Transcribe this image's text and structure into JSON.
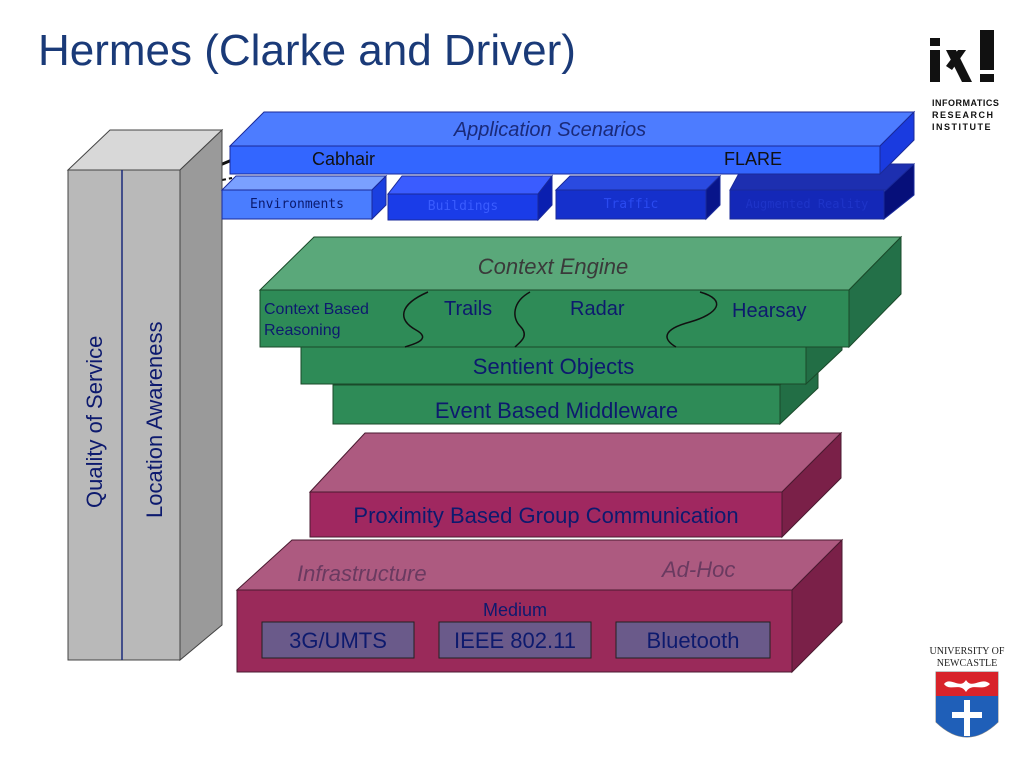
{
  "slide": {
    "title": "Hermes (Clarke and Driver)"
  },
  "side_pillar": {
    "quality": "Quality of Service",
    "location": "Location Awareness"
  },
  "application_layer": {
    "title": "Application Scenarios",
    "left": "Cabhair",
    "right": "FLARE",
    "blocks": [
      "Environments",
      "Buildings",
      "Traffic",
      "Augmented Reality"
    ]
  },
  "context_engine": {
    "title": "Context Engine",
    "reasoning": "Context Based Reasoning",
    "items": [
      "Trails",
      "Radar",
      "Hearsay"
    ],
    "sentient": "Sentient Objects",
    "middleware": "Event Based Middleware"
  },
  "proximity": {
    "label": "Proximity Based Group Communication"
  },
  "medium_layer": {
    "infra": "Infrastructure",
    "adhoc": "Ad-Hoc",
    "medium": "Medium",
    "items": [
      "3G/UMTS",
      "IEEE 802.11",
      "Bluetooth"
    ]
  },
  "logos": {
    "iri_mark": "iRI",
    "iri_lines": [
      "INFORMATICS",
      "RESEARCH",
      "INSTITUTE"
    ],
    "university": "UNIVERSITY OF NEWCASTLE"
  },
  "colors": {
    "title": "#1a3a78",
    "app_blue": "#3366ff",
    "context_green": "#2e8b57",
    "proximity_magenta": "#a02860",
    "medium_magenta": "#9a2a5a",
    "pillar_gray": "#b8b8b8"
  }
}
